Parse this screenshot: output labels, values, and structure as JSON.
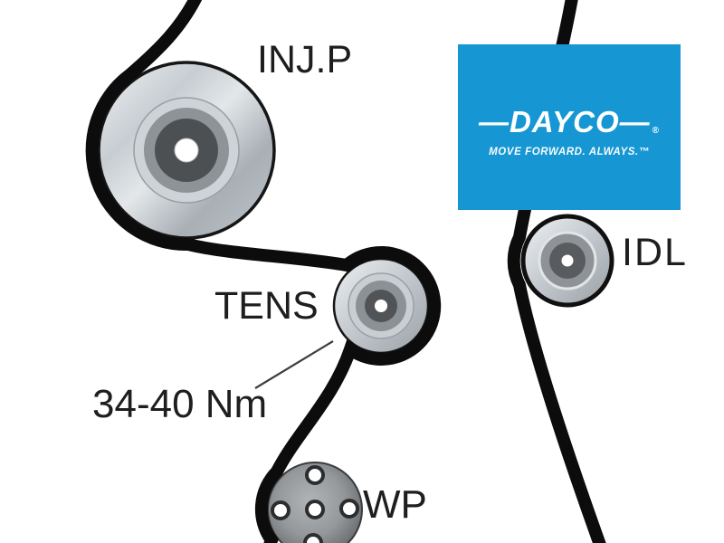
{
  "diagram": {
    "type": "timing-belt-routing",
    "labels": {
      "injection_pump": "INJ.P",
      "tensioner": "TENS",
      "torque_spec": "34-40 Nm",
      "water_pump": "WP",
      "idler": "IDL"
    },
    "colors": {
      "background": "#ffffff",
      "belt": "#0c0c0c",
      "brand_blue": "#1697d3",
      "label_text": "#1e1e1e"
    }
  },
  "brand": {
    "wordmark": "DAYCO",
    "wordmark_display": "—DAYCO—",
    "registered_mark": "®",
    "tagline": "MOVE FORWARD. ALWAYS.™"
  }
}
